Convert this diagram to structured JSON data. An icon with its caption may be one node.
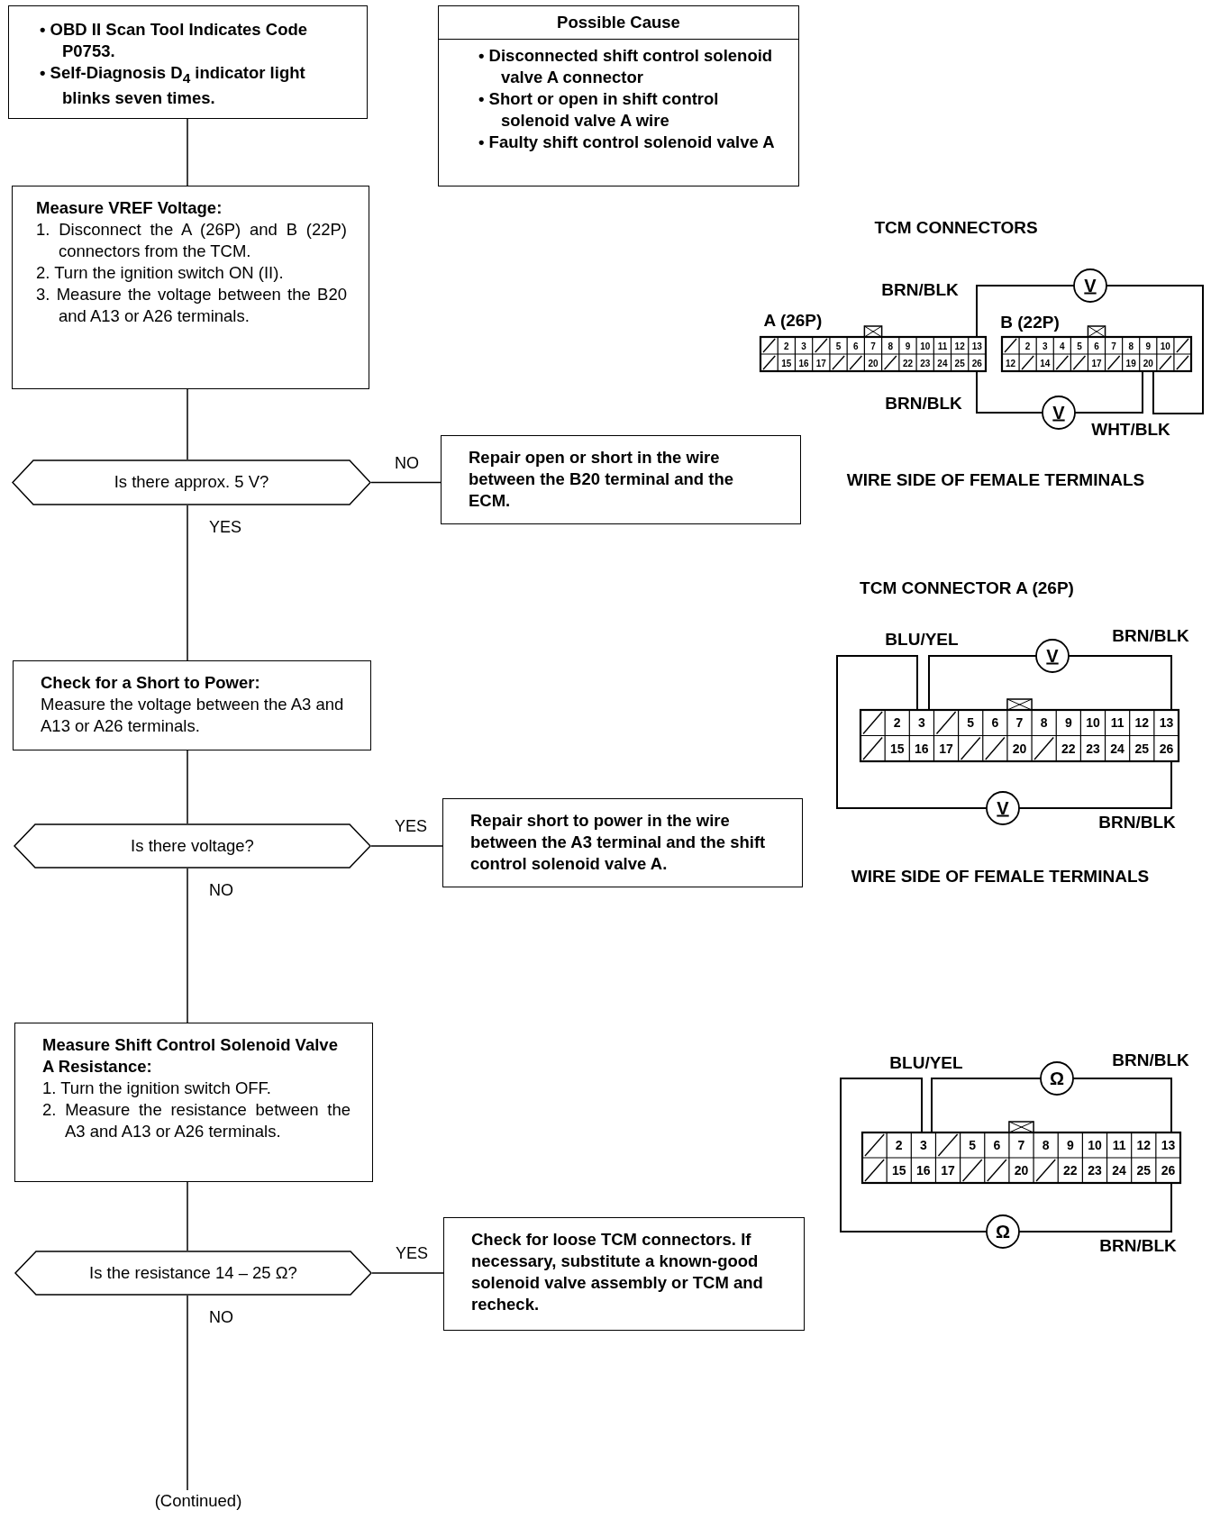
{
  "diagram": {
    "nodes": [
      {
        "text": [
          "• OBD II Scan Tool Indicates Code P0753.",
          "• Self-Diagnosis D$_{4}$ indicator light blinks seven times."
        ]
      },
      {
        "text": [
          "Possible Cause",
          "• Disconnected shift control solenoid valve A connector",
          "• Short or open in shift control solenoid valve A wire",
          "• Faulty shift control solenoid valve A"
        ]
      },
      {
        "text": [
          "Measure VREF Voltage:",
          "1. Disconnect the A (26P) and B (22P) connectors from the TCM.",
          "2. Turn the ignition switch ON (II).",
          "3. Measure the voltage between the B20 and A13 or A26 terminals."
        ]
      },
      {
        "text": [
          "Is there approx. 5 V?"
        ]
      },
      {
        "text": [
          "Repair open or short in the wire between the B20 terminal and the ECM."
        ]
      },
      {
        "text": [
          "Check for a Short to Power:",
          "Measure the voltage between the A3 and A13 or A26 terminals."
        ]
      },
      {
        "text": [
          "Is there voltage?"
        ]
      },
      {
        "text": [
          "Repair short to power in the wire between the A3 terminal and the shift control solenoid valve A."
        ]
      },
      {
        "text": [
          "Measure Shift Control Solenoid Valve A Resistance:",
          "1. Turn the ignition switch OFF.",
          "2. Measure the resistance between the A3 and A13 or A26 terminals."
        ]
      },
      {
        "text": [
          "Is the resistance 14 – 25 Ω?"
        ]
      },
      {
        "text": [
          "Check for loose TCM connectors. If necessary, substitute a known-good solenoid valve assembly or TCM and recheck."
        ]
      },
      {
        "text": [
          "(Continued)"
        ]
      }
    ],
    "edges": [
      {
        "from": 0,
        "to": 2,
        "arrow": "none"
      },
      {
        "from": 2,
        "to": 3,
        "arrow": "none"
      },
      {
        "from": 3,
        "to": 4,
        "arrow": "none",
        "label": "NO"
      },
      {
        "from": 3,
        "to": 5,
        "arrow": "none",
        "label": "YES"
      },
      {
        "from": 5,
        "to": 6,
        "arrow": "none"
      },
      {
        "from": 6,
        "to": 7,
        "arrow": "none",
        "label": "YES"
      },
      {
        "from": 6,
        "to": 8,
        "arrow": "none",
        "label": "NO"
      },
      {
        "from": 8,
        "to": 9,
        "arrow": "none"
      },
      {
        "from": 9,
        "to": 10,
        "arrow": "none",
        "label": "YES"
      },
      {
        "from": 9,
        "to": 11,
        "arrow": "none",
        "label": "NO"
      }
    ],
    "labels": [
      "TCM CONNECTORS",
      "BRN/BLK",
      "V",
      "A (26P)",
      "B (22P)",
      "2",
      "3",
      "5",
      "6",
      "7",
      "8",
      "9",
      "10",
      "11",
      "12",
      "13",
      "15",
      "16",
      "17",
      "20",
      "22",
      "23",
      "24",
      "25",
      "26",
      "2",
      "3",
      "4",
      "5",
      "6",
      "7",
      "8",
      "9",
      "10",
      "12",
      "14",
      "17",
      "19",
      "20",
      "BRN/BLK",
      "V",
      "WHT/BLK",
      "WIRE SIDE OF FEMALE TERMINALS",
      "TCM CONNECTOR A (26P)",
      "BLU/YEL",
      "V",
      "BRN/BLK",
      "2",
      "3",
      "5",
      "6",
      "7",
      "8",
      "9",
      "10",
      "11",
      "12",
      "13",
      "15",
      "16",
      "17",
      "20",
      "22",
      "23",
      "24",
      "25",
      "26",
      "V",
      "BRN/BLK",
      "WIRE SIDE OF FEMALE TERMINALS",
      "BLU/YEL",
      "Ω",
      "BRN/BLK",
      "2",
      "3",
      "5",
      "6",
      "7",
      "8",
      "9",
      "10",
      "11",
      "12",
      "13",
      "15",
      "16",
      "17",
      "20",
      "22",
      "23",
      "24",
      "25",
      "26",
      "Ω",
      "BRN/BLK"
    ]
  }
}
